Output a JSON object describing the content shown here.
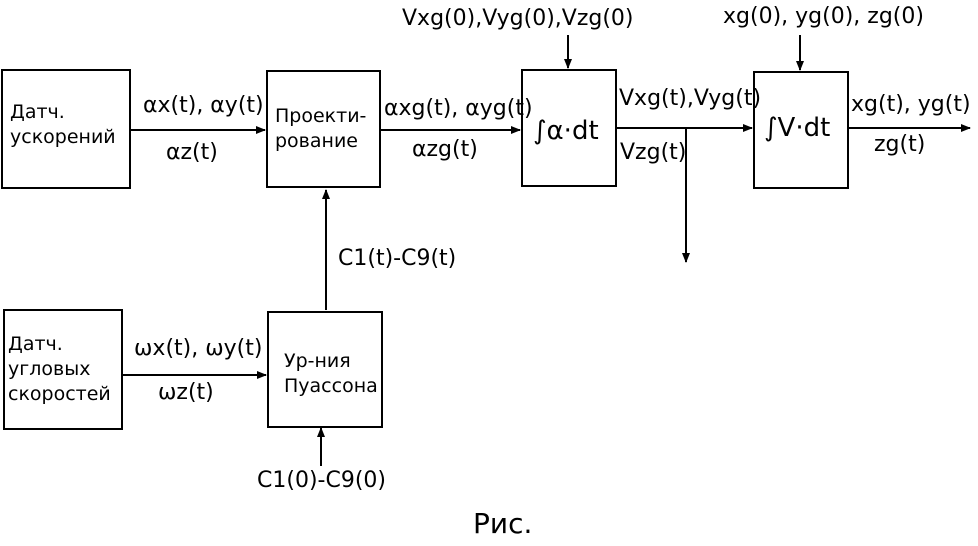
{
  "blocks": {
    "accel_sensors": "Датч.\nускорений",
    "projection": "Проекти-\nрование",
    "integrator_a": "∫α·dt",
    "integrator_v": "∫V·dt",
    "gyro_sensors": "Датч.\nугловых\nскоростей",
    "poisson": "Ур-ния\nПуассона"
  },
  "signals": {
    "accel_xy": "αx(t), αy(t)",
    "accel_z": "αz(t)",
    "proj_xy": "αxg(t), αyg(t)",
    "proj_z": "αzg(t)",
    "vel_xy": "Vxg(t),Vyg(t)",
    "vel_z": "Vzg(t)",
    "vel_init": "Vxg(0),Vyg(0),Vzg(0)",
    "pos_init": "xg(0), yg(0), zg(0)",
    "pos_xy": "xg(t), yg(t)",
    "pos_z": "zg(t)",
    "dcm": "C1(t)-C9(t)",
    "omega_xy": "ωx(t), ωy(t)",
    "omega_z": "ωz(t)",
    "dcm_init": "C1(0)-C9(0)"
  },
  "caption": "Рис."
}
